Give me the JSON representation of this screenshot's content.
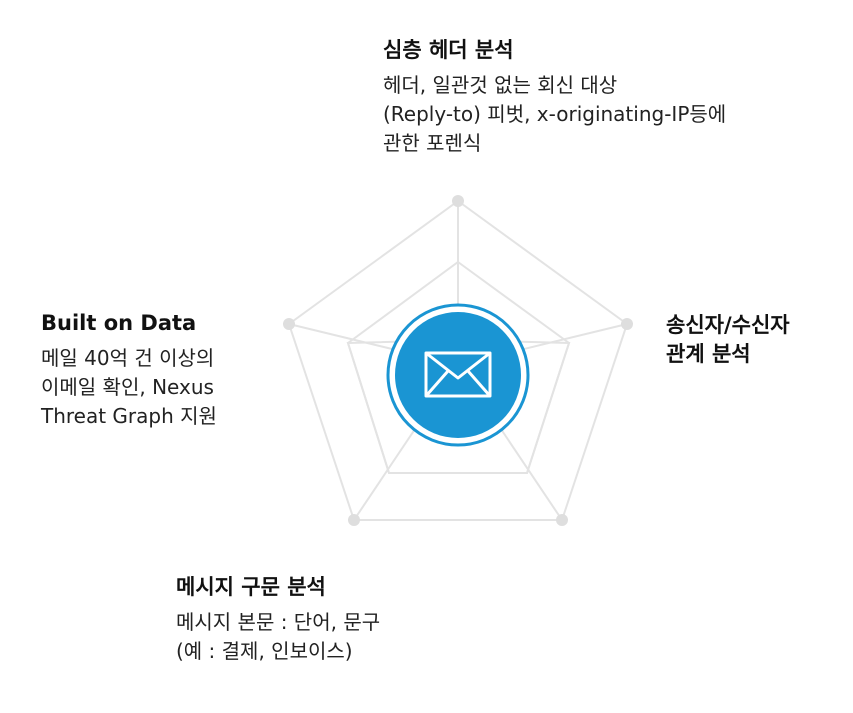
{
  "blocks": {
    "top": {
      "title": "심층 헤더 분석",
      "lines": [
        "헤더, 일관것 없는 회신 대상",
        "(Reply-to) 피벗, x-originating-IP등에",
        "관한 포렌식"
      ]
    },
    "right": {
      "title_lines": [
        "송신자/수신자",
        "관계 분석"
      ]
    },
    "left": {
      "title": "Built on Data",
      "lines": [
        "메일 40억 건 이상의",
        "이메일 확인, Nexus",
        "Threat Graph 지원"
      ]
    },
    "bottom": {
      "title": "메시지 구문 분석",
      "lines": [
        "메시지 본문 : 단어, 문구",
        "(예 : 결제, 인보이스)"
      ]
    }
  },
  "center_icon": "envelope-icon",
  "colors": {
    "accent": "#1a95d3",
    "accent_ring": "#1a95d3",
    "grid": "#e3e3e3",
    "dot": "#dedede",
    "text": "#1a1a1a"
  }
}
